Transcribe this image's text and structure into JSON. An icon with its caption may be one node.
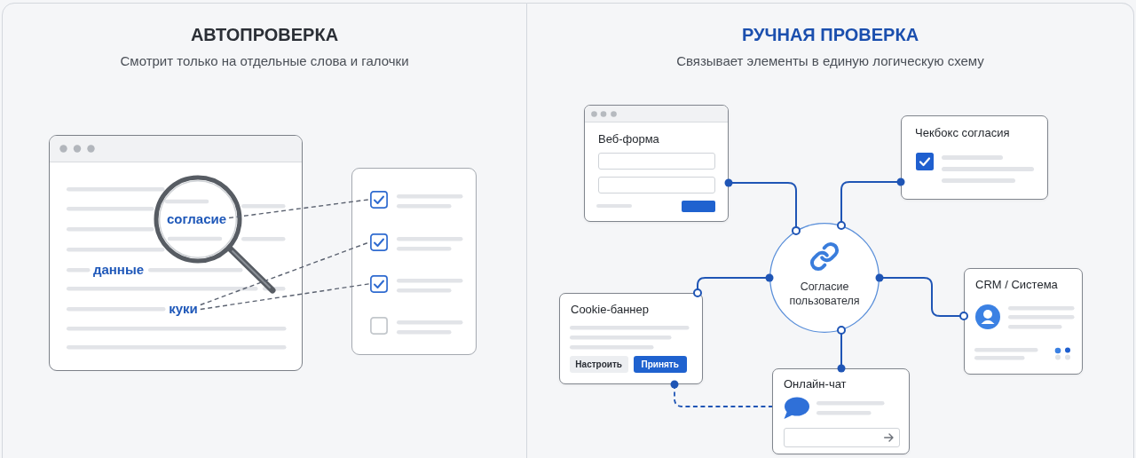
{
  "diagram": {
    "nodes": [
      {
        "text": [
          "АВТОПРОВЕРКА",
          "Смотрит только на отдельные слова и галочки"
        ]
      },
      {
        "text": [],
        "shape": "box",
        "in": 0
      },
      {
        "text": [
          "согласие"
        ],
        "in": 1
      },
      {
        "text": [
          "куки"
        ],
        "in": 1
      },
      {
        "text": [],
        "shape": "box",
        "in": 0
      },
      {
        "text": [],
        "shape": "box",
        "in": 4
      },
      {
        "text": [],
        "shape": "box",
        "in": 4
      },
      {
        "text": [],
        "shape": "box",
        "in": 4
      },
      {
        "text": [],
        "shape": "box",
        "in": 4
      },
      {
        "text": [
          "РУЧНАЯ ПРОВЕРКА",
          "Связывает элементы в единую логическую схему"
        ]
      },
      {
        "text": [
          "Веб-форма"
        ],
        "in": 9
      },
      {
        "text": [
          "Чекбокс согласия"
        ],
        "in": 9
      },
      {
        "text": [
          "Согласие пользователя"
        ],
        "in": 9
      },
      {
        "text": [
          "Cookie-баннер"
        ],
        "in": 9
      },
      {
        "text": [
          "Настроить"
        ],
        "in": 13
      },
      {
        "text": [
          "Принять"
        ],
        "in": 13
      },
      {
        "text": [
          "CRM / Система"
        ],
        "in": 9
      },
      {
        "text": [
          "Онлайн-чат"
        ],
        "in": 9
      }
    ],
    "edges": [
      {
        "from": 2,
        "to": 5,
        "arrow": "none",
        "style": "dashed",
        "color": "#5b6270"
      },
      {
        "from": 3,
        "to": 6,
        "arrow": "none",
        "style": "dashed",
        "color": "#5b6270"
      },
      {
        "from": 3,
        "to": 7,
        "arrow": "none",
        "style": "dashed",
        "color": "#5b6270"
      },
      {
        "from": 10,
        "to": 12,
        "arrow": "other"
      },
      {
        "from": 11,
        "to": 12,
        "arrow": "other"
      },
      {
        "from": 12,
        "to": 16,
        "arrow": "other"
      },
      {
        "from": 12,
        "to": 13,
        "arrow": "other"
      },
      {
        "from": 17,
        "to": 12,
        "arrow": "other"
      },
      {
        "from": 13,
        "to": 17,
        "arrow": "other",
        "style": "dashed"
      }
    ],
    "labels": [
      "данные"
    ]
  }
}
